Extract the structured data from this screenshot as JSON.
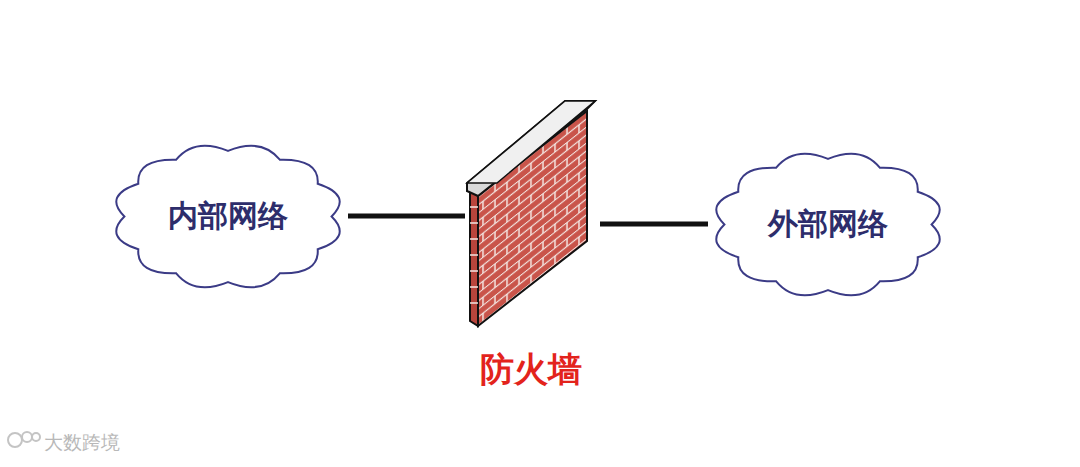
{
  "diagram": {
    "nodes": [
      {
        "text": [
          "内部网络"
        ]
      },
      {
        "text": [
          "防火墙"
        ]
      },
      {
        "text": [
          "外部网络"
        ]
      }
    ],
    "edges": [
      {
        "from": 0,
        "to": 1,
        "arrow": "none"
      },
      {
        "from": 1,
        "to": 2,
        "arrow": "none"
      }
    ],
    "labels": [
      "大数跨境"
    ]
  }
}
